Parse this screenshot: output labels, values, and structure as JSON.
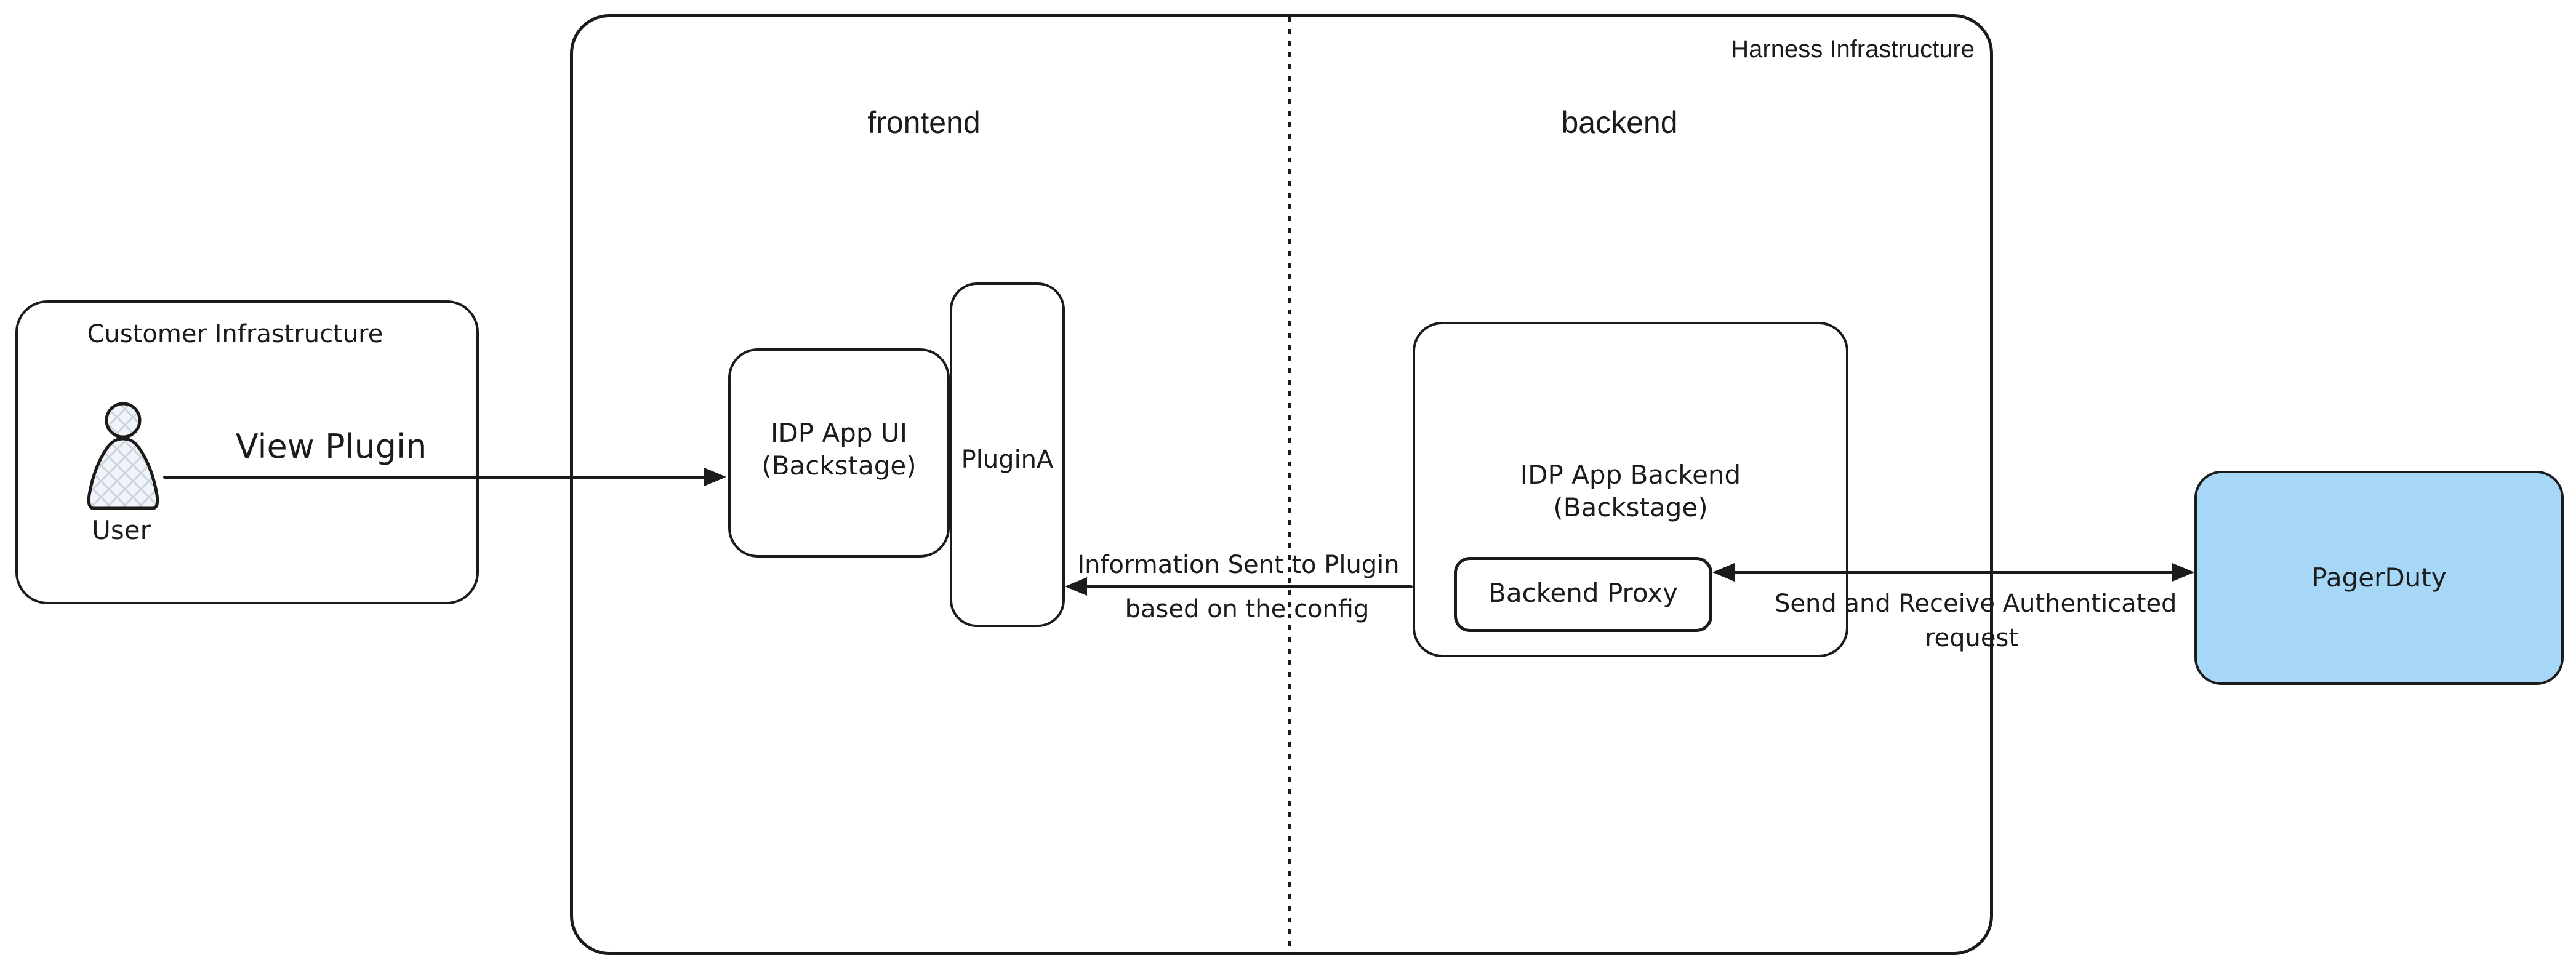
{
  "diagram": {
    "title": "Harness Infrastructure",
    "sections": {
      "frontend": "frontend",
      "backend": "backend"
    },
    "customer": {
      "title": "Customer Infrastructure",
      "user": "User"
    },
    "nodes": {
      "idp_ui": {
        "line1": "IDP App UI",
        "line2": "(Backstage)"
      },
      "plugin_a": {
        "label": "PluginA"
      },
      "idp_backend": {
        "line1": "IDP App Backend",
        "line2": "(Backstage)"
      },
      "backend_proxy": {
        "label": "Backend Proxy"
      },
      "pagerduty": {
        "label": "PagerDuty",
        "fill": "#a6d7f7",
        "style": "background:#a6d7f7"
      }
    },
    "edges": {
      "view_plugin": {
        "label": "View Plugin"
      },
      "info_sent": {
        "line1": "Information Sent to Plugin",
        "line2": "based on the config"
      },
      "send_receive": {
        "line1": "Send and Receive Authenticated",
        "line2": "request"
      }
    },
    "colors": {
      "stroke": "#1b1b1b",
      "hatch_line": "#c9d3e0",
      "hatch_fill": "#f2f5f8"
    }
  }
}
